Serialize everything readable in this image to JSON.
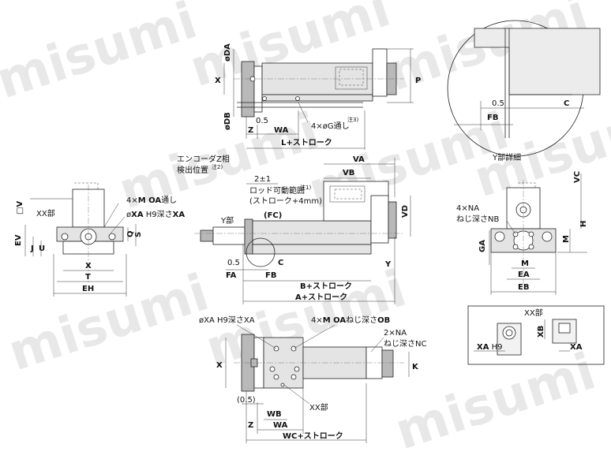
{
  "watermark": "misumi",
  "top_view": {
    "dim_DA": "øDA",
    "dim_X": "X",
    "dim_P": "P",
    "dim_DB": "øDB",
    "dim_05": "0.5",
    "dim_Z": "Z",
    "dim_WA": "WA",
    "note_G": "4×øG通し",
    "note_G_sup": "注3)",
    "dim_L": "L+ストローク"
  },
  "y_detail": {
    "dim_05": "0.5",
    "dim_C": "C",
    "dim_FB": "FB",
    "caption": "Y部詳細"
  },
  "side_view": {
    "encoder_line1": "エンコーダZ相",
    "encoder_line2": "検出位置",
    "encoder_sup": "注2)",
    "dim_2pm1": "2±1",
    "dim_VA": "VA",
    "dim_VB": "VB",
    "range_line1": "ロッド可動範囲",
    "range_sup": "注1)",
    "range_line2": "(ストローク+4mm)",
    "dim_VD": "VD",
    "dim_FC": "(FC)",
    "y_part": "Y部",
    "dim_05": "0.5",
    "dim_C": "C",
    "dim_Y": "Y",
    "dim_FA": "FA",
    "dim_FB": "FB",
    "dim_B": "B+ストローク",
    "dim_A": "A+ストローク"
  },
  "left_view": {
    "dim_V": "□V",
    "xx_part": "XX部",
    "note_M_prefix": "4×",
    "note_M_bold": "M OA",
    "note_M_suffix": "通し",
    "note_XA_prefix": "ø",
    "note_XA_bold": "XA",
    "note_XA_mid": " H9深さ",
    "note_XA_bold2": "XA",
    "dim_EV": "EV",
    "dim_J": "J",
    "dim_U": "U",
    "dim_Q": "Q",
    "dim_S": "S",
    "dim_X": "X",
    "dim_T": "T",
    "dim_EH": "EH"
  },
  "right_view": {
    "dim_VC": "VC",
    "note_NA_line1": "4×NA",
    "note_NA_line2": "ねじ深さNB",
    "dim_H": "H",
    "dim_GA": "GA",
    "dim_M": "M",
    "dim_EA": "EA",
    "dim_EB": "EB"
  },
  "xx_detail": {
    "title": "XX部",
    "dim_XA_left": "XA",
    "dim_H9": " H9",
    "dim_XB": "XB",
    "dim_XA_right": "XA"
  },
  "bottom_view": {
    "note_XA": "øXA H9深さXA",
    "note_OA_prefix": "4×",
    "note_OA_bold": "M OA",
    "note_OA_mid": "ねじ深さ",
    "note_OA_bold2": "OB",
    "note_NA_line1": "2×NA",
    "note_NA_line2": "ねじ深さNC",
    "dim_X": "X",
    "dim_K": "K",
    "dim_05": "(0.5)",
    "xx_part": "XX部",
    "dim_WB": "WB",
    "dim_Z": "Z",
    "dim_WA": "WA",
    "dim_WC": "WC+ストローク"
  }
}
